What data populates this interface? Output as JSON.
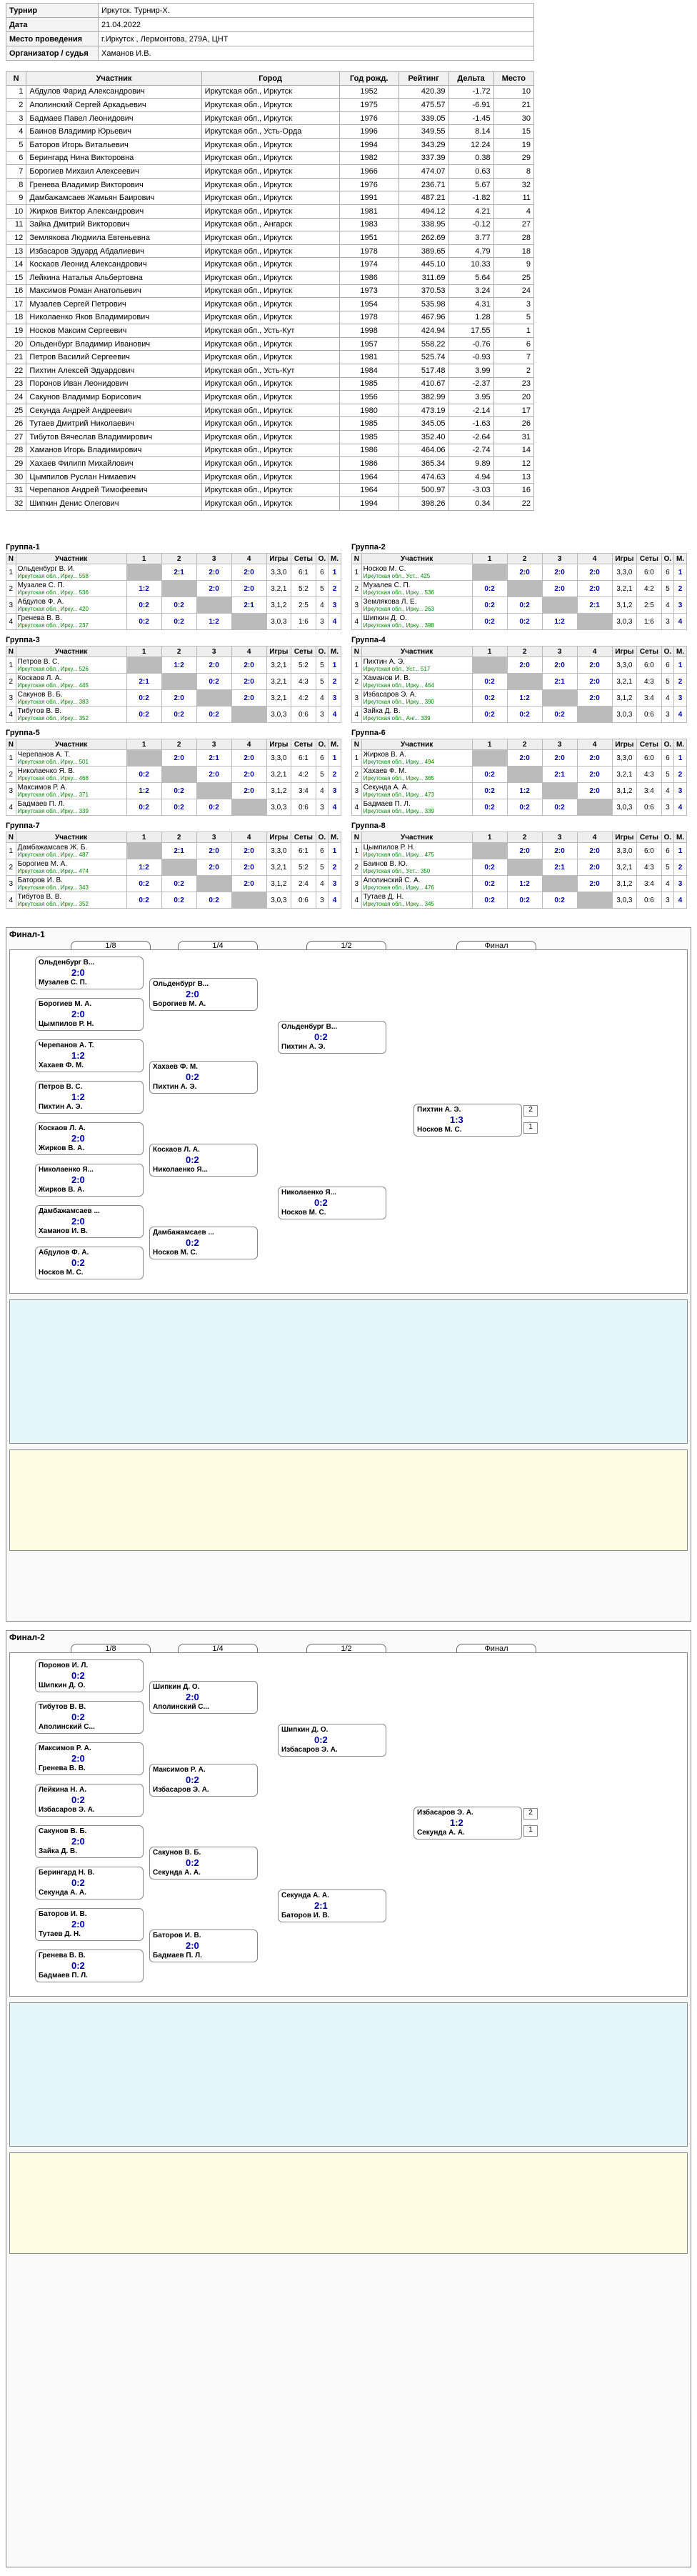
{
  "info": [
    {
      "k": "Турнир",
      "v": "Иркутск. Турнир-Х."
    },
    {
      "k": "Дата",
      "v": "21.04.2022"
    },
    {
      "k": "Место проведения",
      "v": "г.Иркутск , Лермонтова, 279А, ЦНТ"
    },
    {
      "k": "Организатор / судья",
      "v": "Хаманов И.В."
    }
  ],
  "players_header": [
    "N",
    "Участник",
    "Город",
    "Год рожд.",
    "Рейтинг",
    "Дельта",
    "Место"
  ],
  "players": [
    [
      "1",
      "Абдулов Фарид Александрович",
      "Иркутская обл., Иркутск",
      "1952",
      "420.39",
      "-1.72",
      "10"
    ],
    [
      "2",
      "Аполинский Сергей Аркадьевич",
      "Иркутская обл., Иркутск",
      "1975",
      "475.57",
      "-6.91",
      "21"
    ],
    [
      "3",
      "Бадмаев Павел Леонидович",
      "Иркутская обл., Иркутск",
      "1976",
      "339.05",
      "-1.45",
      "30"
    ],
    [
      "4",
      "Баинов Владимир Юрьевич",
      "Иркутская обл., Усть-Орда",
      "1996",
      "349.55",
      "8.14",
      "15"
    ],
    [
      "5",
      "Баторов Игорь Витальевич",
      "Иркутская обл., Иркутск",
      "1994",
      "343.29",
      "12.24",
      "19"
    ],
    [
      "6",
      "Берингард Нина Викторовна",
      "Иркутская обл., Иркутск",
      "1982",
      "337.39",
      "0.38",
      "29"
    ],
    [
      "7",
      "Борогиев Михаил Алексеевич",
      "Иркутская обл., Иркутск",
      "1966",
      "474.07",
      "0.63",
      "8"
    ],
    [
      "8",
      "Гренева Владимир Викторович",
      "Иркутская обл., Иркутск",
      "1976",
      "236.71",
      "5.67",
      "32"
    ],
    [
      "9",
      "Дамбажамсаев Жамьян Баирович",
      "Иркутская обл., Иркутск",
      "1991",
      "487.21",
      "-1.82",
      "11"
    ],
    [
      "10",
      "Жирков Виктор Александрович",
      "Иркутская обл., Иркутск",
      "1981",
      "494.12",
      "4.21",
      "4"
    ],
    [
      "11",
      "Зайка Дмитрий Викторович",
      "Иркутская обл., Ангарск",
      "1983",
      "338.95",
      "-0.12",
      "27"
    ],
    [
      "12",
      "Землякова Людмила Евгеньевна",
      "Иркутская обл., Иркутск",
      "1951",
      "262.69",
      "3.77",
      "28"
    ],
    [
      "13",
      "Избасаров Эдуард Абдалиевич",
      "Иркутская обл., Иркутск",
      "1978",
      "389.65",
      "4.79",
      "18"
    ],
    [
      "14",
      "Коскаов Леонид Александрович",
      "Иркутская обл., Иркутск",
      "1974",
      "445.10",
      "10.33",
      "9"
    ],
    [
      "15",
      "Лейкина Наталья Альбертовна",
      "Иркутская обл., Иркутск",
      "1986",
      "311.69",
      "5.64",
      "25"
    ],
    [
      "16",
      "Максимов Роман Анатольевич",
      "Иркутская обл., Иркутск",
      "1973",
      "370.53",
      "3.24",
      "24"
    ],
    [
      "17",
      "Музалев Сергей Петрович",
      "Иркутская обл., Иркутск",
      "1954",
      "535.98",
      "4.31",
      "3"
    ],
    [
      "18",
      "Николаенко Яков Владимирович",
      "Иркутская обл., Иркутск",
      "1978",
      "467.96",
      "1.28",
      "5"
    ],
    [
      "19",
      "Носков Максим Сергеевич",
      "Иркутская обл., Усть-Кут",
      "1998",
      "424.94",
      "17.55",
      "1"
    ],
    [
      "20",
      "Ольденбург Владимир Иванович",
      "Иркутская обл., Иркутск",
      "1957",
      "558.22",
      "-0.76",
      "6"
    ],
    [
      "21",
      "Петров Василий Сергеевич",
      "Иркутская обл., Иркутск",
      "1981",
      "525.74",
      "-0.93",
      "7"
    ],
    [
      "22",
      "Пихтин Алексей Эдуардович",
      "Иркутская обл., Усть-Кут",
      "1984",
      "517.48",
      "3.99",
      "2"
    ],
    [
      "23",
      "Поронов Иван Леонидович",
      "Иркутская обл., Иркутск",
      "1985",
      "410.67",
      "-2.37",
      "23"
    ],
    [
      "24",
      "Сакунов Владимир Борисович",
      "Иркутская обл., Иркутск",
      "1956",
      "382.99",
      "3.95",
      "20"
    ],
    [
      "25",
      "Секунда Андрей Андреевич",
      "Иркутская обл., Иркутск",
      "1980",
      "473.19",
      "-2.14",
      "17"
    ],
    [
      "26",
      "Тутаев Дмитрий Николаевич",
      "Иркутская обл., Иркутск",
      "1985",
      "345.05",
      "-1.63",
      "26"
    ],
    [
      "27",
      "Тибутов Вячеслав Владимирович",
      "Иркутская обл., Иркутск",
      "1985",
      "352.40",
      "-2.64",
      "31"
    ],
    [
      "28",
      "Хаманов Игорь Владимирович",
      "Иркутская обл., Иркутск",
      "1986",
      "464.06",
      "-2.74",
      "14"
    ],
    [
      "29",
      "Хахаев Филипп Михайлович",
      "Иркутская обл., Иркутск",
      "1986",
      "365.34",
      "9.89",
      "12"
    ],
    [
      "30",
      "Цымпилов Руслан Нимаевич",
      "Иркутская обл., Иркутск",
      "1964",
      "474.63",
      "4.94",
      "13"
    ],
    [
      "31",
      "Черепанов Андрей Тимофеевич",
      "Иркутская обл., Иркутск",
      "1964",
      "500.97",
      "-3.03",
      "16"
    ],
    [
      "32",
      "Шипкин Денис Олегович",
      "Иркутская обл., Иркутск",
      "1994",
      "398.26",
      "0.34",
      "22"
    ]
  ],
  "group_header": [
    "N",
    "Участник",
    "1",
    "2",
    "3",
    "4",
    "Игры",
    "Сеты",
    "О.",
    "М."
  ],
  "groups": [
    {
      "title": "Группа-1",
      "rows": [
        {
          "n": "1",
          "name": "Ольденбург В. И.",
          "sub": "Иркутская обл., Ирку...",
          "r": "558",
          "s": [
            "",
            "2:1",
            "2:0",
            "2:0"
          ],
          "g": "3,3,0",
          "sets": "6:1",
          "o": "6",
          "m": "1"
        },
        {
          "n": "2",
          "name": "Музалев С. П.",
          "sub": "Иркутская обл., Ирку...",
          "r": "536",
          "s": [
            "1:2",
            "",
            "2:0",
            "2:0"
          ],
          "g": "3,2,1",
          "sets": "5:2",
          "o": "5",
          "m": "2"
        },
        {
          "n": "3",
          "name": "Абдулов Ф. А.",
          "sub": "Иркутская обл., Ирку...",
          "r": "420",
          "s": [
            "0:2",
            "0:2",
            "",
            "2:1"
          ],
          "g": "3,1,2",
          "sets": "2:5",
          "o": "4",
          "m": "3"
        },
        {
          "n": "4",
          "name": "Гренева В. В.",
          "sub": "Иркутская обл., Ирку...",
          "r": "237",
          "s": [
            "0:2",
            "0:2",
            "1:2",
            ""
          ],
          "g": "3,0,3",
          "sets": "1:6",
          "o": "3",
          "m": "4"
        }
      ]
    },
    {
      "title": "Группа-2",
      "rows": [
        {
          "n": "1",
          "name": "Носков М. С.",
          "sub": "Иркутская обл., Уст...",
          "r": "425",
          "s": [
            "",
            "2:0",
            "2:0",
            "2:0"
          ],
          "g": "3,3,0",
          "sets": "6:0",
          "o": "6",
          "m": "1"
        },
        {
          "n": "2",
          "name": "Музалев С. П.",
          "sub": "Иркутская обл., Ирку...",
          "r": "536",
          "s": [
            "0:2",
            "",
            "2:0",
            "2:0"
          ],
          "g": "3,2,1",
          "sets": "4:2",
          "o": "5",
          "m": "2"
        },
        {
          "n": "3",
          "name": "Землякова Л. Е.",
          "sub": "Иркутская обл., Ирку...",
          "r": "263",
          "s": [
            "0:2",
            "0:2",
            "",
            "2:1"
          ],
          "g": "3,1,2",
          "sets": "2:5",
          "o": "4",
          "m": "3"
        },
        {
          "n": "4",
          "name": "Шипкин Д. О.",
          "sub": "Иркутская обл., Ирку...",
          "r": "398",
          "s": [
            "0:2",
            "0:2",
            "1:2",
            ""
          ],
          "g": "3,0,3",
          "sets": "1:6",
          "o": "3",
          "m": "4"
        }
      ]
    },
    {
      "title": "Группа-3",
      "rows": [
        {
          "n": "1",
          "name": "Петров В. С.",
          "sub": "Иркутская обл., Ирку...",
          "r": "526",
          "s": [
            "",
            "1:2",
            "2:0",
            "2:0"
          ],
          "g": "3,2,1",
          "sets": "5:2",
          "o": "5",
          "m": "1"
        },
        {
          "n": "2",
          "name": "Коскаов Л. А.",
          "sub": "Иркутская обл., Ирку...",
          "r": "445",
          "s": [
            "2:1",
            "",
            "0:2",
            "2:0"
          ],
          "g": "3,2,1",
          "sets": "4:3",
          "o": "5",
          "m": "2"
        },
        {
          "n": "3",
          "name": "Сакунов В. Б.",
          "sub": "Иркутская обл., Ирку...",
          "r": "383",
          "s": [
            "0:2",
            "2:0",
            "",
            "2:0"
          ],
          "g": "3,2,1",
          "sets": "4:2",
          "o": "4",
          "m": "3"
        },
        {
          "n": "4",
          "name": "Тибутов В. В.",
          "sub": "Иркутская обл., Ирку...",
          "r": "352",
          "s": [
            "0:2",
            "0:2",
            "0:2",
            ""
          ],
          "g": "3,0,3",
          "sets": "0:6",
          "o": "3",
          "m": "4"
        }
      ]
    },
    {
      "title": "Группа-4",
      "rows": [
        {
          "n": "1",
          "name": "Пихтин А. Э.",
          "sub": "Иркутская обл., Уст...",
          "r": "517",
          "s": [
            "",
            "2:0",
            "2:0",
            "2:0"
          ],
          "g": "3,3,0",
          "sets": "6:0",
          "o": "6",
          "m": "1"
        },
        {
          "n": "2",
          "name": "Хаманов И. В.",
          "sub": "Иркутская обл., Ирку...",
          "r": "464",
          "s": [
            "0:2",
            "",
            "2:1",
            "2:0"
          ],
          "g": "3,2,1",
          "sets": "4:3",
          "o": "5",
          "m": "2"
        },
        {
          "n": "3",
          "name": "Избасаров Э. А.",
          "sub": "Иркутская обл., Ирку...",
          "r": "390",
          "s": [
            "0:2",
            "1:2",
            "",
            "2:0"
          ],
          "g": "3,1,2",
          "sets": "3:4",
          "o": "4",
          "m": "3"
        },
        {
          "n": "4",
          "name": "Зайка Д. В.",
          "sub": "Иркутская обл., Анг...",
          "r": "339",
          "s": [
            "0:2",
            "0:2",
            "0:2",
            ""
          ],
          "g": "3,0,3",
          "sets": "0:6",
          "o": "3",
          "m": "4"
        }
      ]
    },
    {
      "title": "Группа-5",
      "rows": [
        {
          "n": "1",
          "name": "Черепанов А. Т.",
          "sub": "Иркутская обл., Ирку...",
          "r": "501",
          "s": [
            "",
            "2:0",
            "2:1",
            "2:0"
          ],
          "g": "3,3,0",
          "sets": "6:1",
          "o": "6",
          "m": "1"
        },
        {
          "n": "2",
          "name": "Николаенко Я. В.",
          "sub": "Иркутская обл., Ирку...",
          "r": "468",
          "s": [
            "0:2",
            "",
            "2:0",
            "2:0"
          ],
          "g": "3,2,1",
          "sets": "4:2",
          "o": "5",
          "m": "2"
        },
        {
          "n": "3",
          "name": "Максимов Р. А.",
          "sub": "Иркутская обл., Ирку...",
          "r": "371",
          "s": [
            "1:2",
            "0:2",
            "",
            "2:0"
          ],
          "g": "3,1,2",
          "sets": "3:4",
          "o": "4",
          "m": "3"
        },
        {
          "n": "4",
          "name": "Бадмаев П. Л.",
          "sub": "Иркутская обл., Ирку...",
          "r": "339",
          "s": [
            "0:2",
            "0:2",
            "0:2",
            ""
          ],
          "g": "3,0,3",
          "sets": "0:6",
          "o": "3",
          "m": "4"
        }
      ]
    },
    {
      "title": "Группа-6",
      "rows": [
        {
          "n": "1",
          "name": "Жирков В. А.",
          "sub": "Иркутская обл., Ирку...",
          "r": "494",
          "s": [
            "",
            "2:0",
            "2:0",
            "2:0"
          ],
          "g": "3,3,0",
          "sets": "6:0",
          "o": "6",
          "m": "1"
        },
        {
          "n": "2",
          "name": "Хахаев Ф. М.",
          "sub": "Иркутская обл., Ирку...",
          "r": "365",
          "s": [
            "0:2",
            "",
            "2:1",
            "2:0"
          ],
          "g": "3,2,1",
          "sets": "4:3",
          "o": "5",
          "m": "2"
        },
        {
          "n": "3",
          "name": "Секунда А. А.",
          "sub": "Иркутская обл., Ирку...",
          "r": "473",
          "s": [
            "0:2",
            "1:2",
            "",
            "2:0"
          ],
          "g": "3,1,2",
          "sets": "3:4",
          "o": "4",
          "m": "3"
        },
        {
          "n": "4",
          "name": "Бадмаев П. Л.",
          "sub": "Иркутская обл., Ирку...",
          "r": "339",
          "s": [
            "0:2",
            "0:2",
            "0:2",
            ""
          ],
          "g": "3,0,3",
          "sets": "0:6",
          "o": "3",
          "m": "4"
        }
      ]
    },
    {
      "title": "Группа-7",
      "rows": [
        {
          "n": "1",
          "name": "Дамбажамсаев Ж. Б.",
          "sub": "Иркутская обл., Ирку...",
          "r": "487",
          "s": [
            "",
            "2:1",
            "2:0",
            "2:0"
          ],
          "g": "3,3,0",
          "sets": "6:1",
          "o": "6",
          "m": "1"
        },
        {
          "n": "2",
          "name": "Борогиев М. А.",
          "sub": "Иркутская обл., Ирку...",
          "r": "474",
          "s": [
            "1:2",
            "",
            "2:0",
            "2:0"
          ],
          "g": "3,2,1",
          "sets": "5:2",
          "o": "5",
          "m": "2"
        },
        {
          "n": "3",
          "name": "Баторов И. В.",
          "sub": "Иркутская обл., Ирку...",
          "r": "343",
          "s": [
            "0:2",
            "0:2",
            "",
            "2:0"
          ],
          "g": "3,1,2",
          "sets": "2:4",
          "o": "4",
          "m": "3"
        },
        {
          "n": "4",
          "name": "Тибутов В. В.",
          "sub": "Иркутская обл., Ирку...",
          "r": "352",
          "s": [
            "0:2",
            "0:2",
            "0:2",
            ""
          ],
          "g": "3,0,3",
          "sets": "0:6",
          "o": "3",
          "m": "4"
        }
      ]
    },
    {
      "title": "Группа-8",
      "rows": [
        {
          "n": "1",
          "name": "Цымпилов Р. Н.",
          "sub": "Иркутская обл., Ирку...",
          "r": "475",
          "s": [
            "",
            "2:0",
            "2:0",
            "2:0"
          ],
          "g": "3,3,0",
          "sets": "6:0",
          "o": "6",
          "m": "1"
        },
        {
          "n": "2",
          "name": "Баинов В. Ю.",
          "sub": "Иркутская обл., Уст...",
          "r": "350",
          "s": [
            "0:2",
            "",
            "2:1",
            "2:0"
          ],
          "g": "3,2,1",
          "sets": "4:3",
          "o": "5",
          "m": "2"
        },
        {
          "n": "3",
          "name": "Аполинский С. А.",
          "sub": "Иркутская обл., Ирку...",
          "r": "476",
          "s": [
            "0:2",
            "1:2",
            "",
            "2:0"
          ],
          "g": "3,1,2",
          "sets": "3:4",
          "o": "4",
          "m": "3"
        },
        {
          "n": "4",
          "name": "Тутаев Д. Н.",
          "sub": "Иркутская обл., Ирку...",
          "r": "345",
          "s": [
            "0:2",
            "0:2",
            "0:2",
            ""
          ],
          "g": "3,0,3",
          "sets": "0:6",
          "o": "3",
          "m": "4"
        }
      ]
    }
  ],
  "final1": {
    "title": "Финал-1",
    "cols": [
      "1/8",
      "1/4",
      "1/2",
      "Финал"
    ],
    "r16": [
      {
        "a": "Ольденбург В...",
        "b": "Музалев С. П.",
        "s": "2:0"
      },
      {
        "a": "Борогиев М. А.",
        "b": "Цымпилов Р. Н.",
        "s": "2:0"
      },
      {
        "a": "Черепанов А. Т.",
        "b": "Хахаев Ф. М.",
        "s": "1:2"
      },
      {
        "a": "Петров В. С.",
        "b": "Пихтин А. Э.",
        "s": "1:2"
      },
      {
        "a": "Коскаов Л. А.",
        "b": "Жирков В. А.",
        "s": "2:0"
      },
      {
        "a": "Николаенко Я...",
        "b": "Жирков В. А.",
        "s": "2:0"
      },
      {
        "a": "Дамбажамсаев ...",
        "b": "Хаманов И. В.",
        "s": "2:0"
      },
      {
        "a": "Абдулов Ф. А.",
        "b": "Носков М. С.",
        "s": "0:2"
      }
    ],
    "qf": [
      {
        "a": "Ольденбург В...",
        "b": "Борогиев М. А.",
        "s": "2:0"
      },
      {
        "a": "Хахаев Ф. М.",
        "b": "Пихтин А. Э.",
        "s": "0:2"
      },
      {
        "a": "Коскаов Л. А.",
        "b": "Николаенко Я...",
        "s": "0:2"
      },
      {
        "a": "Дамбажамсаев ...",
        "b": "Носков М. С.",
        "s": "0:2"
      }
    ],
    "sf": [
      {
        "a": "Ольденбург В...",
        "b": "Пихтин А. Э.",
        "s": "0:2"
      },
      {
        "a": "Николаенко Я...",
        "b": "Носков М. С.",
        "s": "0:2"
      }
    ],
    "f": {
      "a": "Пихтин А. Э.",
      "b": "Носков М. С.",
      "s": "1:3",
      "pa": "2",
      "pb": "1"
    }
  },
  "final2": {
    "title": "Финал-2",
    "cols": [
      "1/8",
      "1/4",
      "1/2",
      "Финал"
    ],
    "r16": [
      {
        "a": "Поронов И. Л.",
        "b": "Шипкин Д. О.",
        "s": "0:2"
      },
      {
        "a": "Тибутов В. В.",
        "b": "Аполинский С...",
        "s": "0:2"
      },
      {
        "a": "Максимов Р. А.",
        "b": "Гренева В. В.",
        "s": "2:0"
      },
      {
        "a": "Лейкина Н. А.",
        "b": "Избасаров Э. А.",
        "s": "0:2"
      },
      {
        "a": "Сакунов В. Б.",
        "b": "Зайка Д. В.",
        "s": "2:0"
      },
      {
        "a": "Берингард Н. В.",
        "b": "Секунда А. А.",
        "s": "0:2"
      },
      {
        "a": "Баторов И. В.",
        "b": "Тутаев Д. Н.",
        "s": "2:0"
      },
      {
        "a": "Гренева В. В.",
        "b": "Бадмаев П. Л.",
        "s": "0:2"
      }
    ],
    "qf": [
      {
        "a": "Шипкин Д. О.",
        "b": "Аполинский С...",
        "s": "2:0"
      },
      {
        "a": "Максимов Р. А.",
        "b": "Избасаров Э. А.",
        "s": "0:2"
      },
      {
        "a": "Сакунов В. Б.",
        "b": "Секунда А. А.",
        "s": "0:2"
      },
      {
        "a": "Баторов И. В.",
        "b": "Бадмаев П. Л.",
        "s": "2:0"
      }
    ],
    "sf": [
      {
        "a": "Шипкин Д. О.",
        "b": "Избасаров Э. А.",
        "s": "0:2"
      },
      {
        "a": "Секунда А. А.",
        "b": "Баторов И. В.",
        "s": "2:1"
      }
    ],
    "f": {
      "a": "Избасаров Э. А.",
      "b": "Секунда А. А.",
      "s": "1:2",
      "pa": "2",
      "pb": "1"
    }
  }
}
